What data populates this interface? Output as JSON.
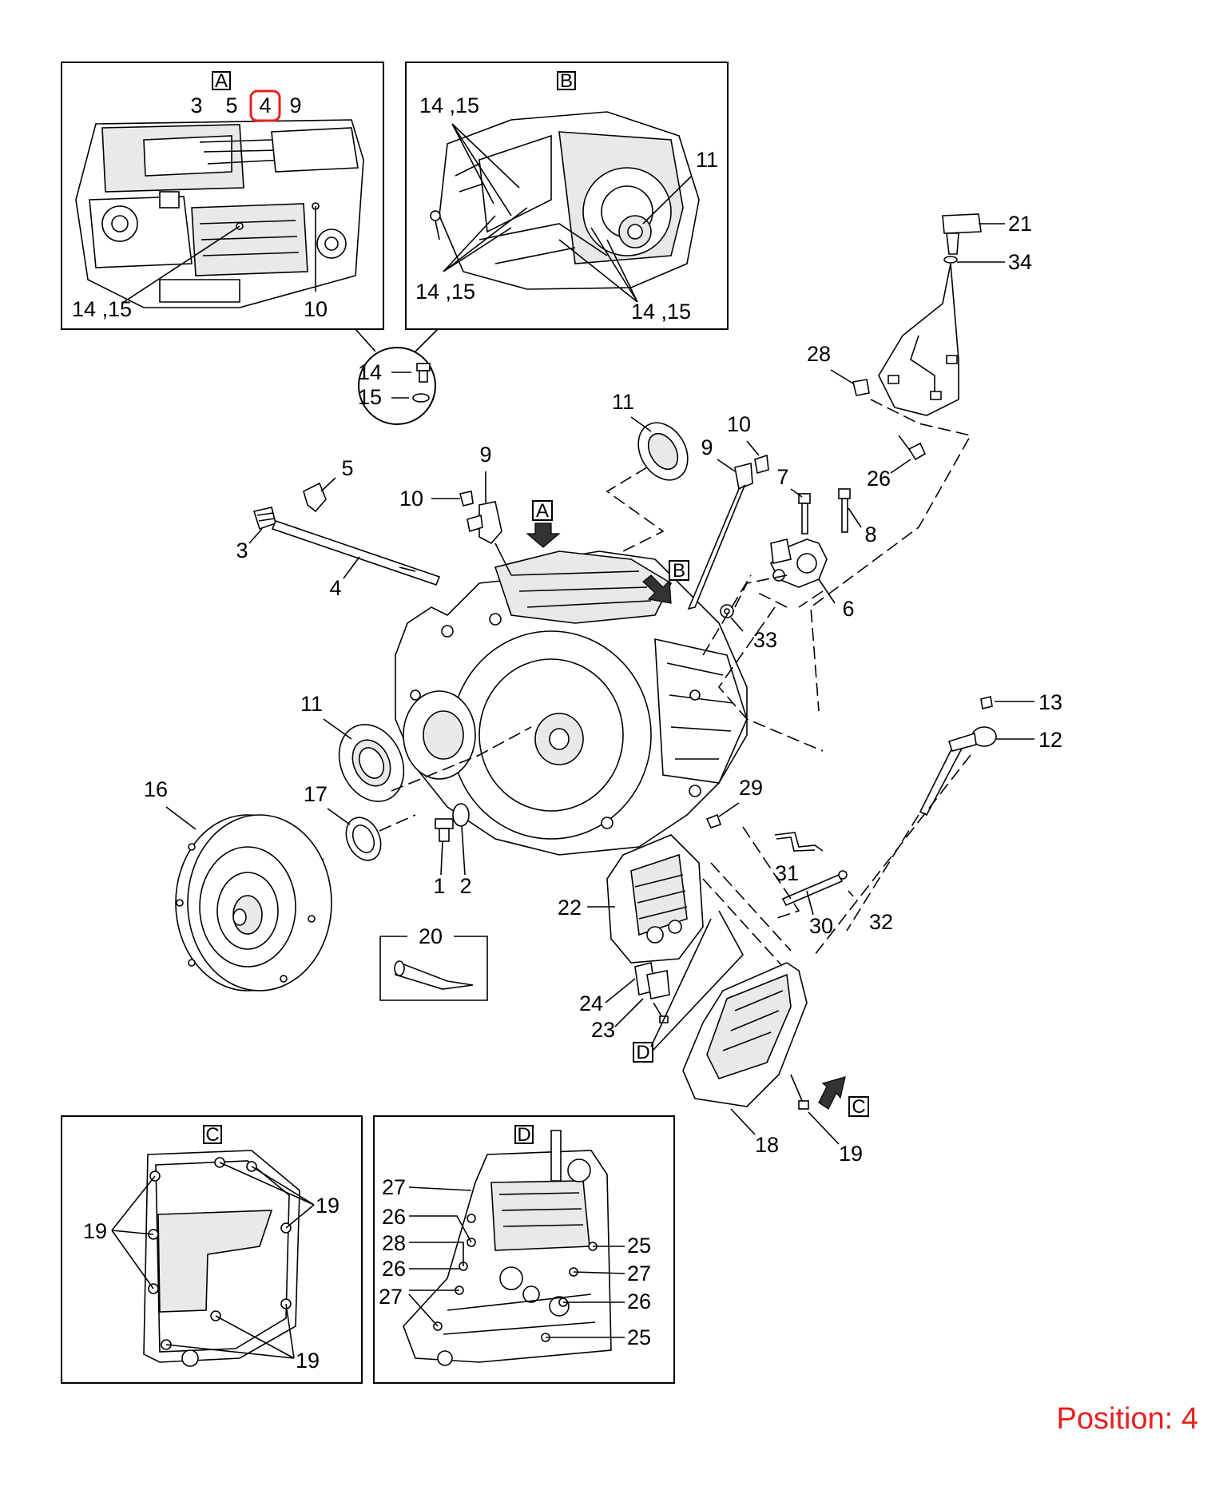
{
  "inset_labels": {
    "a": "A",
    "b": "B",
    "c": "C",
    "d": "D"
  },
  "callouts": {
    "n1": "1",
    "n2": "2",
    "n3": "3",
    "n4": "4",
    "n5": "5",
    "n6": "6",
    "n7": "7",
    "n8": "8",
    "n9": "9",
    "n10": "10",
    "n11": "11",
    "n12": "12",
    "n13": "13",
    "n14": "14",
    "n15": "15",
    "n16": "16",
    "n17": "17",
    "n18": "18",
    "n19": "19",
    "n20": "20",
    "n21": "21",
    "n22": "22",
    "n23": "23",
    "n24": "24",
    "n25": "25",
    "n26": "26",
    "n27": "27",
    "n28": "28",
    "n29": "29",
    "n30": "30",
    "n31": "31",
    "n32": "32",
    "n33": "33",
    "n34": "34",
    "n14_15": "14 ,15"
  },
  "highlighted_part": "4",
  "position_text": "Position: 4",
  "colors": {
    "highlight": "#e8201e",
    "line": "#000000",
    "background": "#ffffff"
  }
}
